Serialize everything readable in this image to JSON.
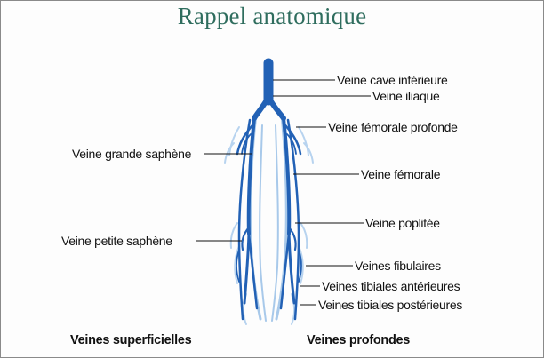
{
  "title": "Rappel anatomique",
  "labels": {
    "cave_inf": "Veine cave inférieure",
    "iliaque": "Veine iliaque",
    "femorale_prof": "Veine fémorale profonde",
    "grande_saphene": "Veine grande saphène",
    "femorale": "Veine fémorale",
    "poplitee": "Veine poplitée",
    "petite_saphene": "Veine petite saphène",
    "fibulaires": "Veines fibulaires",
    "tib_ant": "Veines tibiales antérieures",
    "tib_post": "Veines tibiales postérieures"
  },
  "captions": {
    "superficielles": "Veines superficielles",
    "profondes": "Veines profondes"
  },
  "colors": {
    "deep_vein": "#1f5fb0",
    "superficial_vein": "#9dc2e6",
    "leader_line": "#111111"
  }
}
